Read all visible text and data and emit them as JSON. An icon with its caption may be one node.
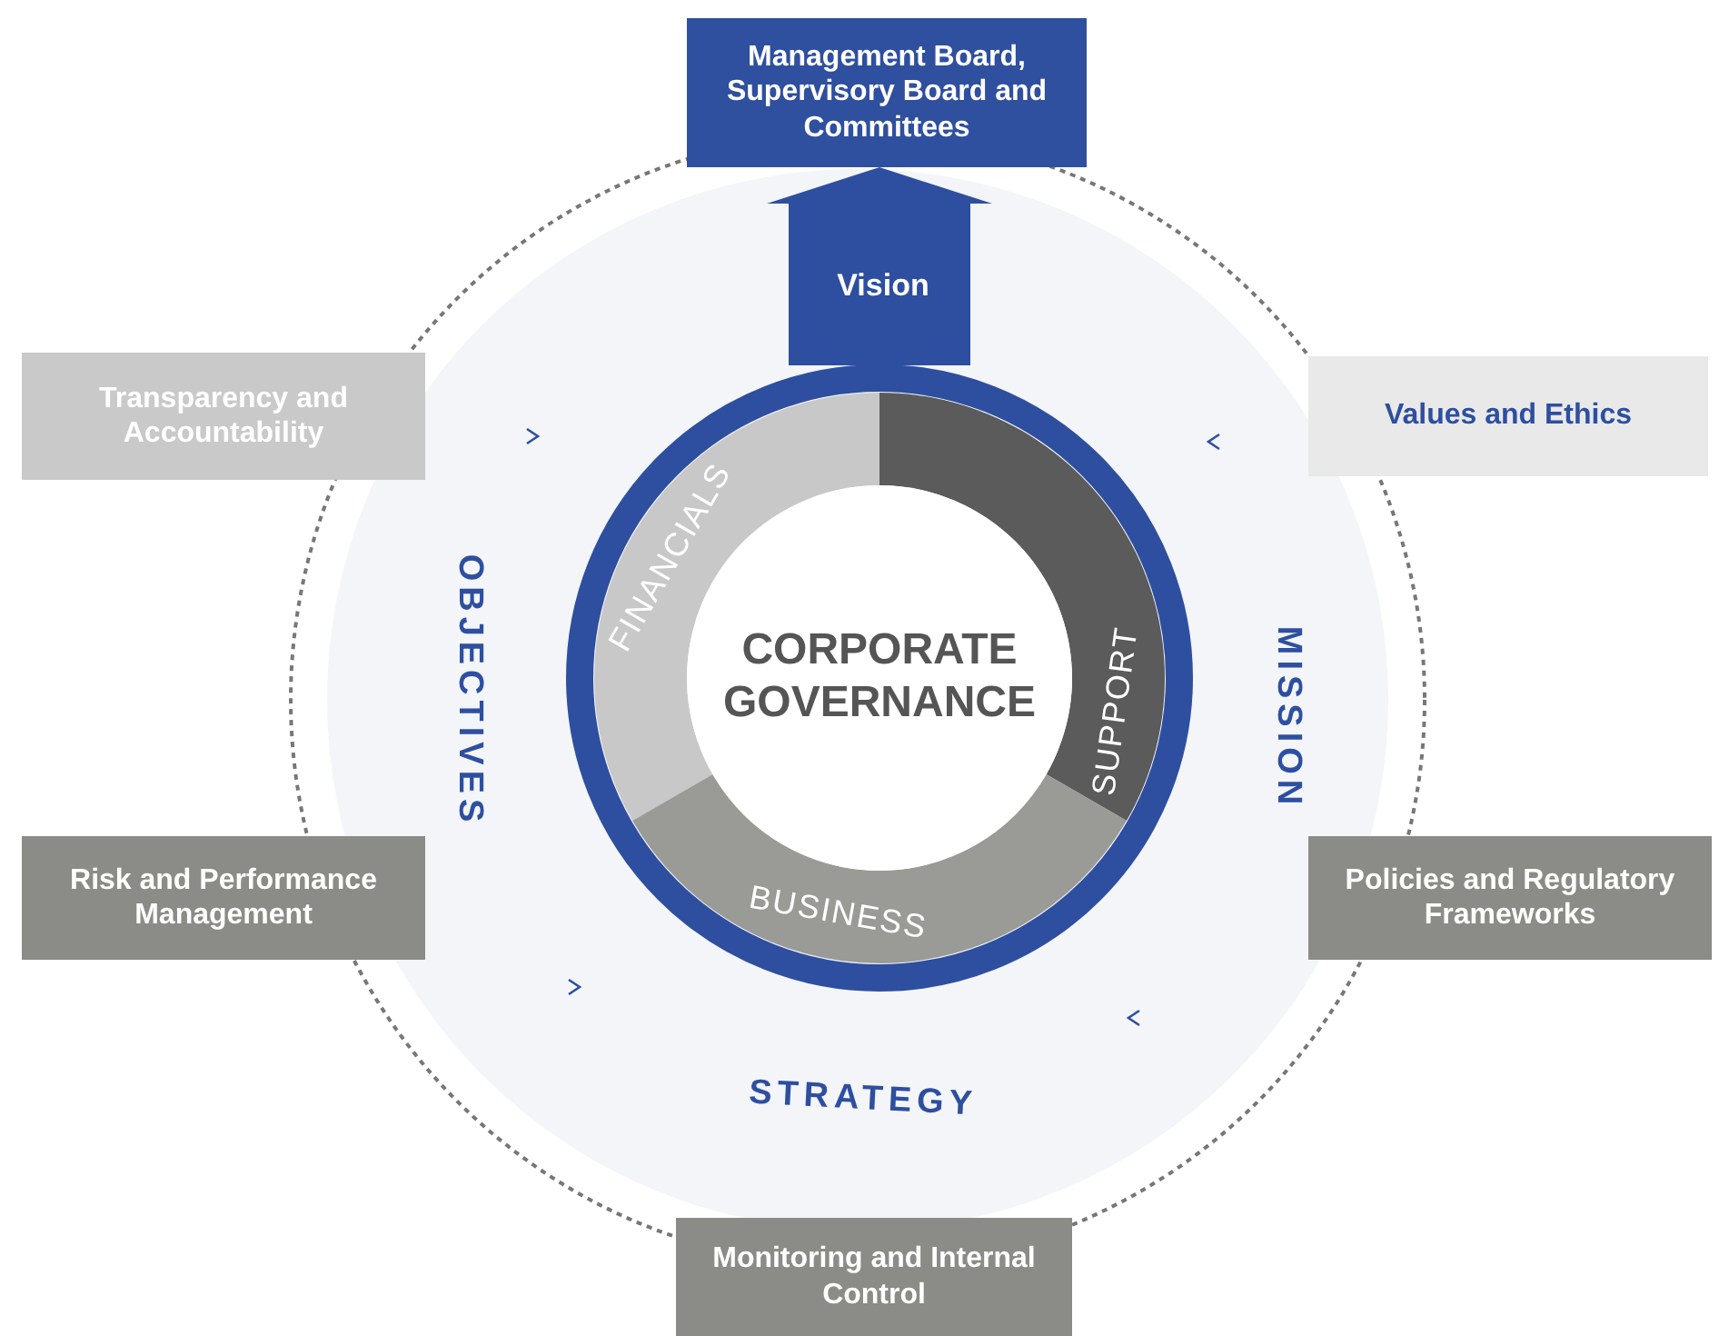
{
  "diagram": {
    "nodes": [
      {
        "text": [
          "Management Board, Supervisory Board and Committees"
        ]
      },
      {
        "text": [
          "Transparency and Accountability"
        ]
      },
      {
        "text": [
          "Values and Ethics"
        ]
      },
      {
        "text": [
          "CORPORATE GOVERNANCE"
        ]
      },
      {
        "text": [
          "FINANCIALS"
        ]
      },
      {
        "text": [
          "SUPPORT"
        ]
      },
      {
        "text": [
          "BUSINESS"
        ]
      },
      {
        "text": [
          "Risk and Performance Management"
        ]
      },
      {
        "text": [
          "Policies and Regulatory Frameworks"
        ]
      },
      {
        "text": [
          "Monitoring and Internal Control"
        ]
      }
    ],
    "edges": [
      {
        "from": 3,
        "to": 0,
        "arrow": "to",
        "label": "Vision",
        "style": "thick"
      }
    ],
    "labels": [
      "OBJECTIVES",
      "MISSION",
      "STRATEGY"
    ]
  }
}
